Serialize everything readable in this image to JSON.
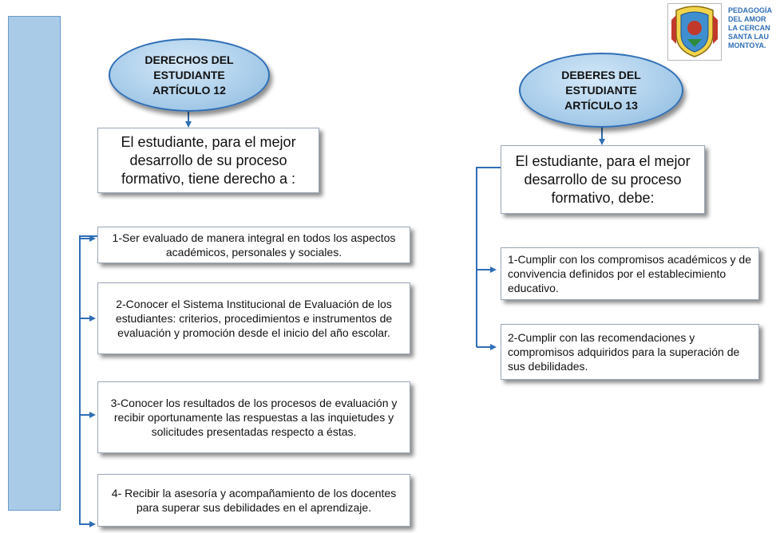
{
  "left": {
    "title": "DERECHOS DEL\nESTUDIANTE\nARTÍCULO 12",
    "intro": "El estudiante,  para el mejor desarrollo de su proceso formativo, tiene derecho a :",
    "items": [
      "1-Ser evaluado de  manera integral en todos los aspectos académicos, personales y sociales.",
      "2-Conocer el Sistema Institucional de Evaluación de los estudiantes: criterios, procedimientos e instrumentos de evaluación y promoción desde el inicio del año escolar.",
      "3-Conocer los resultados de los procesos de evaluación y recibir oportunamente las respuestas a las inquietudes y solicitudes presentadas respecto a éstas.",
      "4- Recibir la asesoría y acompañamiento de los docentes para superar sus debilidades en el aprendizaje."
    ]
  },
  "right": {
    "title": "DEBERES DEL\nESTUDIANTE\nARTÍCULO 13",
    "intro": "El estudiante,  para el mejor desarrollo de su proceso formativo, debe:",
    "items": [
      "1-Cumplir con los compromisos académicos y de convivencia definidos por el establecimiento educativo.",
      "2-Cumplir con las recomendaciones y compromisos adquiridos para la superación de sus debilidades."
    ]
  },
  "logo": {
    "lines": [
      "PEDAGOGÍA",
      "DEL AMOR",
      "LA CERCAN",
      "SANTA LAU",
      "MONTOYA."
    ]
  },
  "colors": {
    "connector": "#2f6eb5",
    "ellipse_border": "#2f6eb5",
    "sidebar": "#a9cbe8",
    "logo_text": "#2f6eb5"
  }
}
